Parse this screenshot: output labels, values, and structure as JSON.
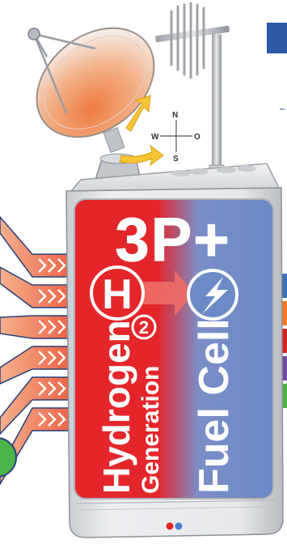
{
  "device": {
    "headline": "3P+",
    "h2_letter": "H",
    "h2_subscript": "2",
    "left_title": "Hydrogen",
    "left_subtitle": "Generation",
    "right_title": "Fuel Cell"
  },
  "compass": {
    "n": "N",
    "w": "W",
    "o": "O",
    "s": "S"
  },
  "colors": {
    "red": "#e52a2d",
    "blue": "#6f8ec8",
    "arrow_orange": "#ef6a4e",
    "dish_orange": "#ef7a40",
    "yellow_arrow": "#f6c532",
    "housing": "#dcdfe3",
    "green": "#4bb549",
    "side_tab_colors": [
      "#3b6fb6",
      "#ef7a2a",
      "#d8202a",
      "#6f4aa0",
      "#4bb549"
    ]
  },
  "icons": [
    "satellite-dish-icon",
    "yagi-antenna-icon",
    "compass-icon",
    "rotate-arrow-icon",
    "hydrogen-icon",
    "lightning-icon",
    "status-led-icon"
  ]
}
